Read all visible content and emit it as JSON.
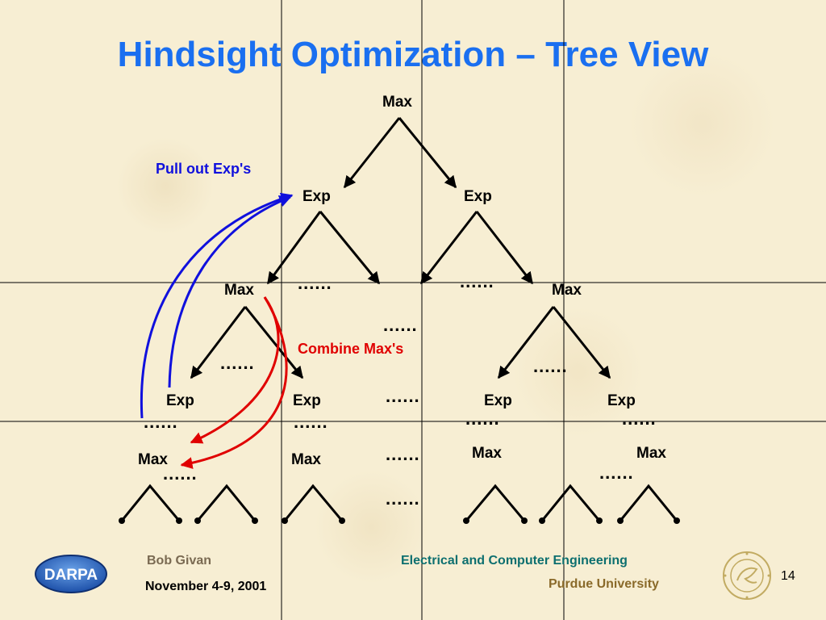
{
  "slide": {
    "title": "Hindsight Optimization – Tree View",
    "page_number": "14"
  },
  "footer": {
    "author": "Bob Givan",
    "date": "November 4-9, 2001",
    "department": "Electrical and Computer Engineering",
    "university": "Purdue University"
  },
  "logos": {
    "left": {
      "icon": "darpa-logo",
      "text": "DARPA"
    },
    "right": {
      "icon": "purdue-seal"
    }
  },
  "tree": {
    "root": "Max",
    "level1": [
      "Exp",
      "Exp"
    ],
    "level2": [
      "Max",
      "Max"
    ],
    "level3": [
      "Exp",
      "Exp",
      "Exp",
      "Exp"
    ],
    "level4": [
      "Max",
      "Max",
      "Max",
      "Max"
    ],
    "ellipsis": "......"
  },
  "annotations": {
    "pull_out": "Pull out Exp's",
    "combine": "Combine Max's"
  },
  "colors": {
    "title": "#1a6ff0",
    "pull_out_arrow": "#1010dd",
    "combine_arrow": "#e00000",
    "background": "#f7eed3"
  }
}
